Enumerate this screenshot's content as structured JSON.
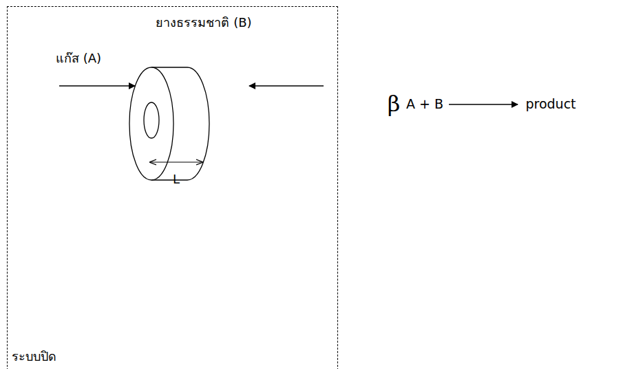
{
  "diagram": {
    "nodes": [
      {
        "text": [
          "ระบบปิด"
        ]
      }
    ],
    "labels": [
      "ยางธรรมชาติ (B)",
      "แก๊ส (A)",
      "L",
      "β",
      "A + B",
      "product"
    ]
  }
}
